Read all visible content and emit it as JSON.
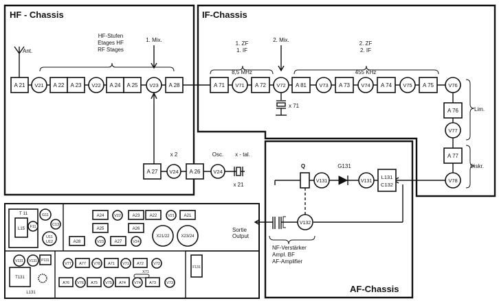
{
  "chassis": {
    "hf": "HF - Chassis",
    "if": "IF-Chassis",
    "af": "AF-Chassis"
  },
  "labels": {
    "ant": "Ant.",
    "hf_stages_1": "HF-Stufen",
    "hf_stages_2": "Etages HF",
    "hf_stages_3": "RF Stages",
    "mix1": "1. Mix.",
    "mix2": "2. Mix.",
    "zf1_1": "1. ZF",
    "zf1_2": "1. IF",
    "zf2_1": "2. ZF",
    "zf2_2": "2. IF",
    "freq1": "8,5 MHz",
    "freq2": "455 KHz",
    "x71": "x 71",
    "x2": "x 2",
    "osc": "Osc.",
    "xtal": "x - tal.",
    "x21": "x 21",
    "lim": "Lim.",
    "diskr": "Diskr.",
    "q": "Q",
    "g131": "G131",
    "sortie_1": "Sortie",
    "sortie_2": "Output",
    "nf_1": "NF-Verstärker",
    "nf_2": "Ampl. BF",
    "nf_3": "AF-Amplifier"
  },
  "modules": {
    "A21": "A 21",
    "A22": "A 22",
    "A23": "A 23",
    "A24": "A 24",
    "A25": "A 25",
    "A26": "A 26",
    "A27": "A 27",
    "A28": "A 28",
    "A71": "A 71",
    "A72": "A 72",
    "A81": "A 81",
    "A73": "A 73",
    "A74": "A 74",
    "A75": "A 75",
    "A76": "A 76",
    "A77": "A 77",
    "L131": "L131",
    "C132": "C132"
  },
  "tubes": {
    "V21": "V21",
    "V22": "V22",
    "V23": "V23",
    "V24a": "V24",
    "V24b": "V24",
    "V71": "V71",
    "V72": "V72",
    "V73": "V73",
    "V74": "V74",
    "V75": "V75",
    "V76": "V76",
    "V77": "V77",
    "V78": "V78",
    "V131": "V131",
    "V131b": "V131",
    "V132": "V132"
  },
  "layout_hf": {
    "T11": "T 11",
    "G11": "G11",
    "L15": "L15",
    "F11": "F11",
    "C13": "C13",
    "U11": "U11",
    "U12": "U12",
    "A24": "A24",
    "V22": "V22",
    "A23": "A23",
    "A22": "A22",
    "V21": "V21",
    "A21": "A21",
    "A25": "A25",
    "A26": "A26",
    "X2122": "X21/22",
    "X2324": "X23/24",
    "A28": "A28",
    "V23": "V23",
    "A27": "A27",
    "V24": "V24"
  },
  "layout_if": {
    "V131": "V131",
    "V131b": "V131",
    "P131": "P131",
    "T131": "T131",
    "L131": "L131",
    "V77": "V77",
    "A77": "A77",
    "V78": "V78",
    "A71": "A71",
    "V71": "V71",
    "A72": "A72",
    "V72": "V72",
    "X71": "X71",
    "A76": "A76",
    "V76": "V76",
    "A75": "A75",
    "V75": "V75",
    "A74": "A74",
    "V74": "V74",
    "A73": "A73",
    "V73": "V73",
    "F131": "F131"
  }
}
